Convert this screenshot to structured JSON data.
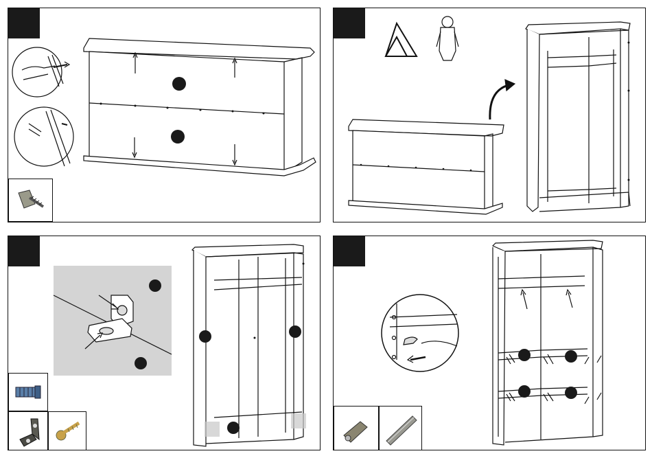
{
  "panels": [
    {
      "id": "step-1",
      "parts": [
        "screw-icon"
      ],
      "markers": 2
    },
    {
      "id": "step-2",
      "icons": [
        "warning-triangle-icon",
        "two-person-lift-icon"
      ]
    },
    {
      "id": "step-3",
      "parts": [
        "cam-bolt-icon",
        "angle-bracket-icon",
        "wood-screw-icon"
      ],
      "markers": 5
    },
    {
      "id": "step-4",
      "parts": [
        "shelf-support-pin-icon",
        "hanging-rail-icon"
      ],
      "markers": 4
    }
  ],
  "colors": {
    "ink": "#111111",
    "marker": "#1a1a1a",
    "detail_bg": "#d4d4d4",
    "highlight": "#c8c8c8"
  }
}
